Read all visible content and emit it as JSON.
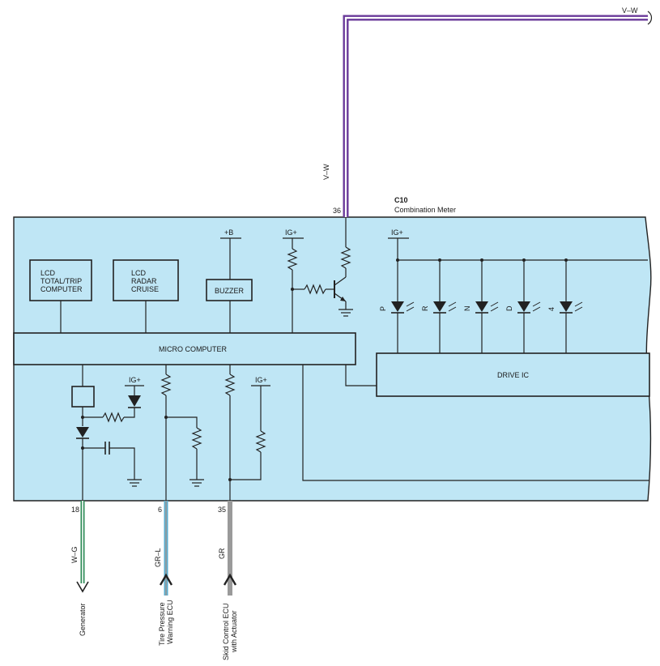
{
  "connector": {
    "id": "C10",
    "name": "Combination Meter"
  },
  "colors": {
    "panel": "#bfe6f5",
    "wire_vw": "#6a3a9a",
    "wire_wg": "#2e8b57",
    "wire_grl": "#5aaed0",
    "wire_gr": "#9a9a9a"
  },
  "blocks": {
    "lcd_total": {
      "line1": "LCD",
      "line2": "TOTAL/TRIP",
      "line3": "COMPUTER"
    },
    "lcd_radar": {
      "line1": "LCD",
      "line2": "RADAR",
      "line3": "CRUISE"
    },
    "buzzer": "BUZZER",
    "micro": "MICRO COMPUTER",
    "drive_ic": "DRIVE IC"
  },
  "power": {
    "plus_b": "+B",
    "ig": "IG+"
  },
  "leds": [
    "P",
    "R",
    "N",
    "D",
    "4"
  ],
  "wires": {
    "top": {
      "pin": "36",
      "color": "V–W"
    },
    "generator": {
      "pin": "18",
      "color": "W–G",
      "dest": "Generator"
    },
    "tire": {
      "pin": "6",
      "color": "GR–L",
      "dest_line1": "Tire Pressure",
      "dest_line2": "Warning ECU"
    },
    "skid": {
      "pin": "35",
      "color": "GR",
      "dest_line1": "Skid Control ECU",
      "dest_line2": "with Actuator"
    }
  }
}
